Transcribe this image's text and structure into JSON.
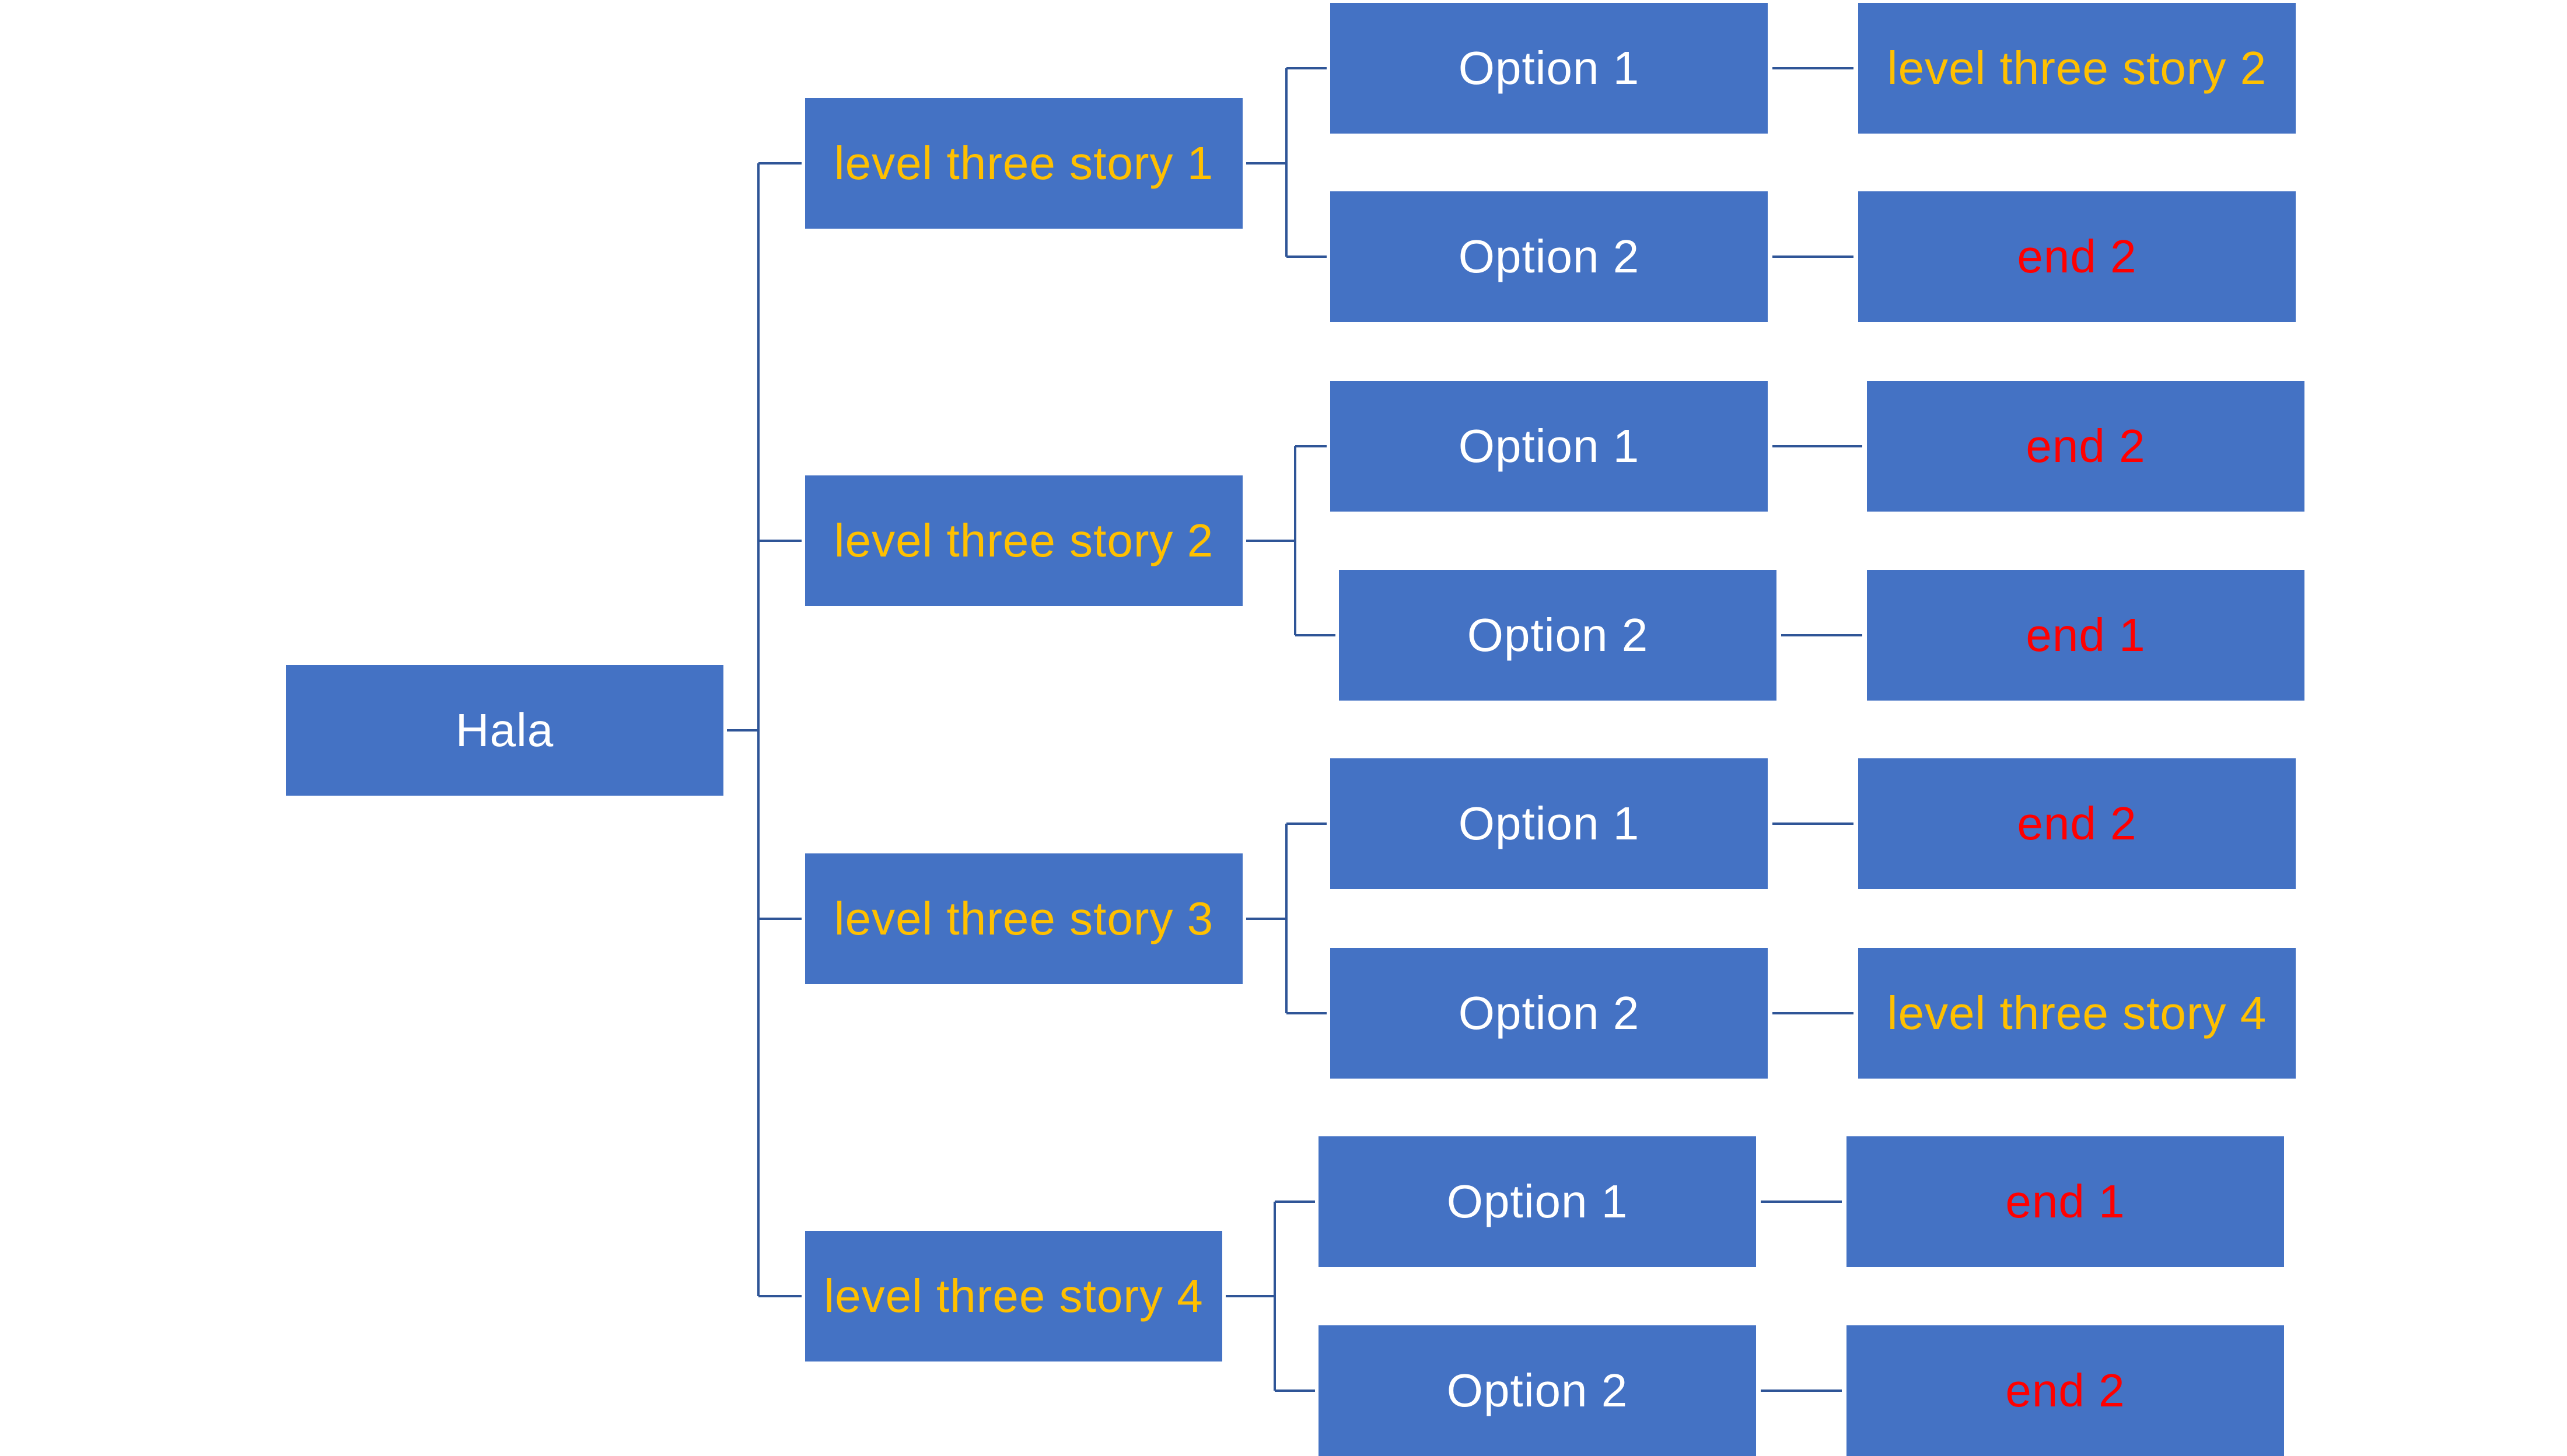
{
  "diagram": {
    "colors": {
      "box_fill": "#4472C4",
      "connector": "#2F5597",
      "text_white": "#FFFFFF",
      "text_gold": "#FFC000",
      "text_red": "#FF0000"
    },
    "root": {
      "label": "Hala"
    },
    "branches": [
      {
        "label": "level three story 1",
        "options": [
          {
            "label": "Option 1",
            "outcome": "level three story 2",
            "outcome_kind": "story"
          },
          {
            "label": "Option 2",
            "outcome": "end 2",
            "outcome_kind": "end"
          }
        ]
      },
      {
        "label": "level three story 2",
        "options": [
          {
            "label": "Option 1",
            "outcome": "end 2",
            "outcome_kind": "end"
          },
          {
            "label": "Option 2",
            "outcome": "end 1",
            "outcome_kind": "end"
          }
        ]
      },
      {
        "label": "level three story 3",
        "options": [
          {
            "label": "Option 1",
            "outcome": "end 2",
            "outcome_kind": "end"
          },
          {
            "label": "Option 2",
            "outcome": "level three story 4",
            "outcome_kind": "story"
          }
        ]
      },
      {
        "label": "level three story 4",
        "options": [
          {
            "label": "Option 1",
            "outcome": "end 1",
            "outcome_kind": "end"
          },
          {
            "label": "Option 2",
            "outcome": "end 2",
            "outcome_kind": "end"
          }
        ]
      }
    ]
  }
}
